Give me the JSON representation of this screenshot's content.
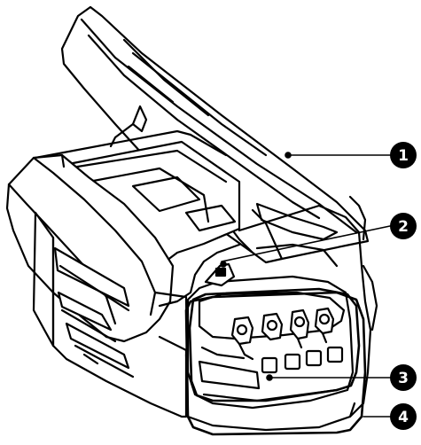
{
  "figure": {
    "description_subject": "printer-parts-diagram",
    "line_color": "#000000",
    "background_color": "#ffffff",
    "callout_fill": "#000000",
    "callout_text_color": "#ffffff"
  },
  "callouts": [
    {
      "number": "1"
    },
    {
      "number": "2"
    },
    {
      "number": "3"
    },
    {
      "number": "4"
    }
  ]
}
